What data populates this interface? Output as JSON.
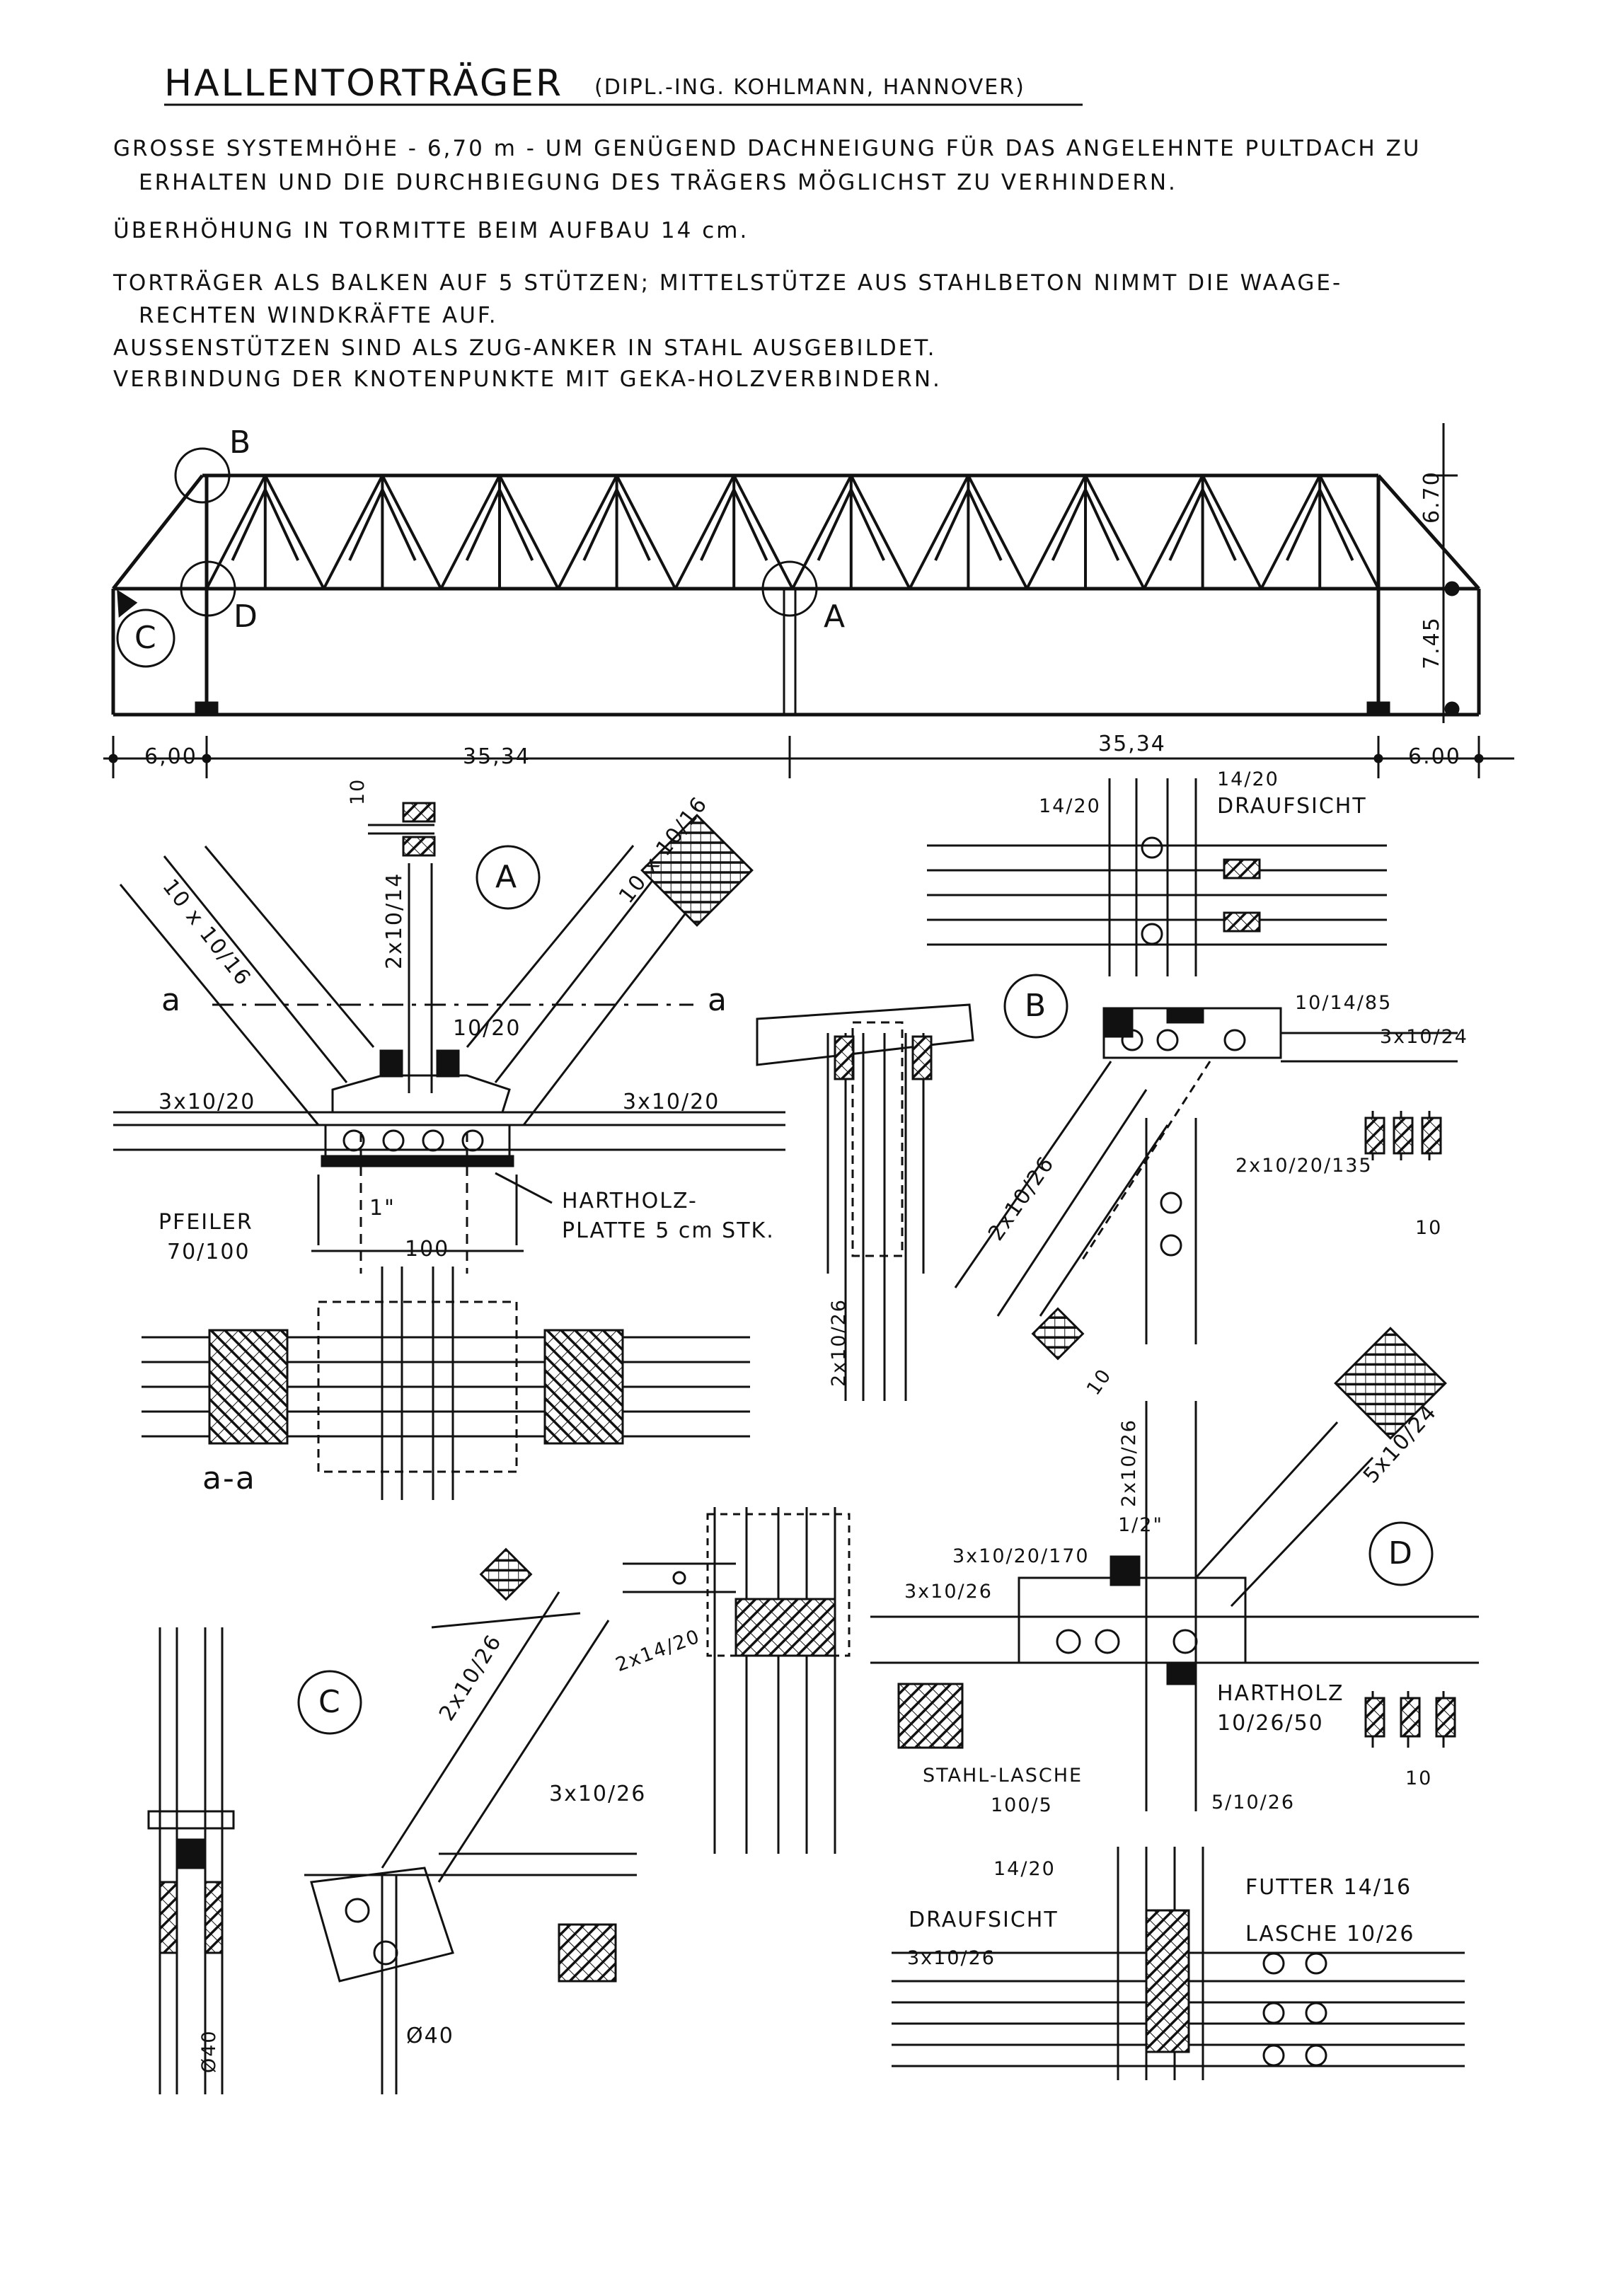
{
  "header": {
    "title": "HALLENTORTRÄGER",
    "subtitle": "(DIPL.-ING. KOHLMANN, HANNOVER)"
  },
  "description": [
    "GROSSE SYSTEMHÖHE - 6,70 m - UM GENÜGEND DACHNEIGUNG FÜR DAS ANGELEHNTE PULTDACH ZU",
    "ERHALTEN UND DIE DURCHBIEGUNG DES TRÄGERS MÖGLICHST ZU VERHINDERN.",
    "ÜBERHÖHUNG IN TORMITTE BEIM AUFBAU 14 cm.",
    "TORTRÄGER ALS BALKEN AUF 5 STÜTZEN; MITTELSTÜTZE AUS STAHLBETON NIMMT DIE WAAGE-",
    "RECHTEN WINDKRÄFTE AUF.",
    "AUSSENSTÜTZEN SIND ALS ZUG-ANKER IN STAHL AUSGEBILDET.",
    "VERBINDUNG DER KNOTENPUNKTE MIT GEKA-HOLZVERBINDERN."
  ],
  "elevation": {
    "node_labels": {
      "a": "A",
      "b": "B",
      "c": "C",
      "d": "D"
    },
    "dims": {
      "left": "6,00",
      "span_left": "35,34",
      "span_right": "35,34",
      "right": "6.00",
      "height_top": "6.70",
      "height_bottom": "7.45"
    }
  },
  "detail_a": {
    "label": "A",
    "section_label": "a-a",
    "cut_left": "a",
    "cut_right": "a",
    "labels": {
      "post_size": "10",
      "vertical": "2x10/14",
      "diag_left": "10 x 10/16",
      "diag_right": "10 x 10/16",
      "chord_left": "3x10/20",
      "chord_right": "3x10/20",
      "gusset": "10/20",
      "width_half": "1\"",
      "width": "100",
      "pillar_1": "PFEILER",
      "pillar_2": "70/100",
      "hardwood_1": "HARTHOLZ-",
      "hardwood_2": "PLATTE 5 cm STK."
    }
  },
  "detail_b": {
    "label": "B",
    "plan_title": "DRAUFSICHT",
    "labels": {
      "post_l": "14/20",
      "post_r": "14/20",
      "chord": "3x10/24",
      "block": "10/14/85",
      "diag": "2x10/26",
      "brace": "2x10/20/135",
      "side": "2x10/26",
      "spacing": "10",
      "spacing_diag": "10"
    }
  },
  "detail_c": {
    "label": "C",
    "labels": {
      "diag": "2x10/26",
      "chord": "3x10/26",
      "rod_l": "Ø40",
      "rod_r": "Ø40",
      "brace": "2x14/20"
    }
  },
  "detail_d": {
    "label": "D",
    "plan_title": "DRAUFSICHT",
    "labels": {
      "vertical": "2x10/26",
      "half": "1/2\"",
      "diag": "5x10/24",
      "block": "3x10/20/170",
      "chord": "3x10/26",
      "hardwood_1": "HARTHOLZ",
      "hardwood_2": "10/26/50",
      "steel_1": "STAHL-LASCHE",
      "steel_2": "100/5",
      "post": "5/10/26",
      "spacing": "10",
      "post_plan": "14/20",
      "filler": "FUTTER 14/16",
      "lasche": "LASCHE 10/26",
      "chord_plan": "3x10/26"
    }
  }
}
